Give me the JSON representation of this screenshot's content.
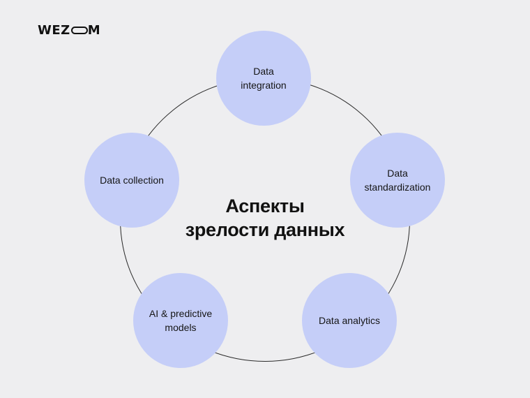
{
  "brand": {
    "logo_text": "WEZ",
    "logo_glyph": "O",
    "logo_suffix": "M"
  },
  "center": {
    "line1": "Аспекты",
    "line2": "зрелости данных"
  },
  "nodes": [
    {
      "label_line1": "Data",
      "label_line2": "integration"
    },
    {
      "label_line1": "Data",
      "label_line2": "standardization"
    },
    {
      "label_line1": "Data analytics",
      "label_line2": ""
    },
    {
      "label_line1": "AI & predictive",
      "label_line2": "models"
    },
    {
      "label_line1": "Data collection",
      "label_line2": ""
    }
  ],
  "colors": {
    "background": "#eeeef0",
    "node_fill": "#c5cef8",
    "ring": "#2a2a2a",
    "text": "#111111"
  }
}
